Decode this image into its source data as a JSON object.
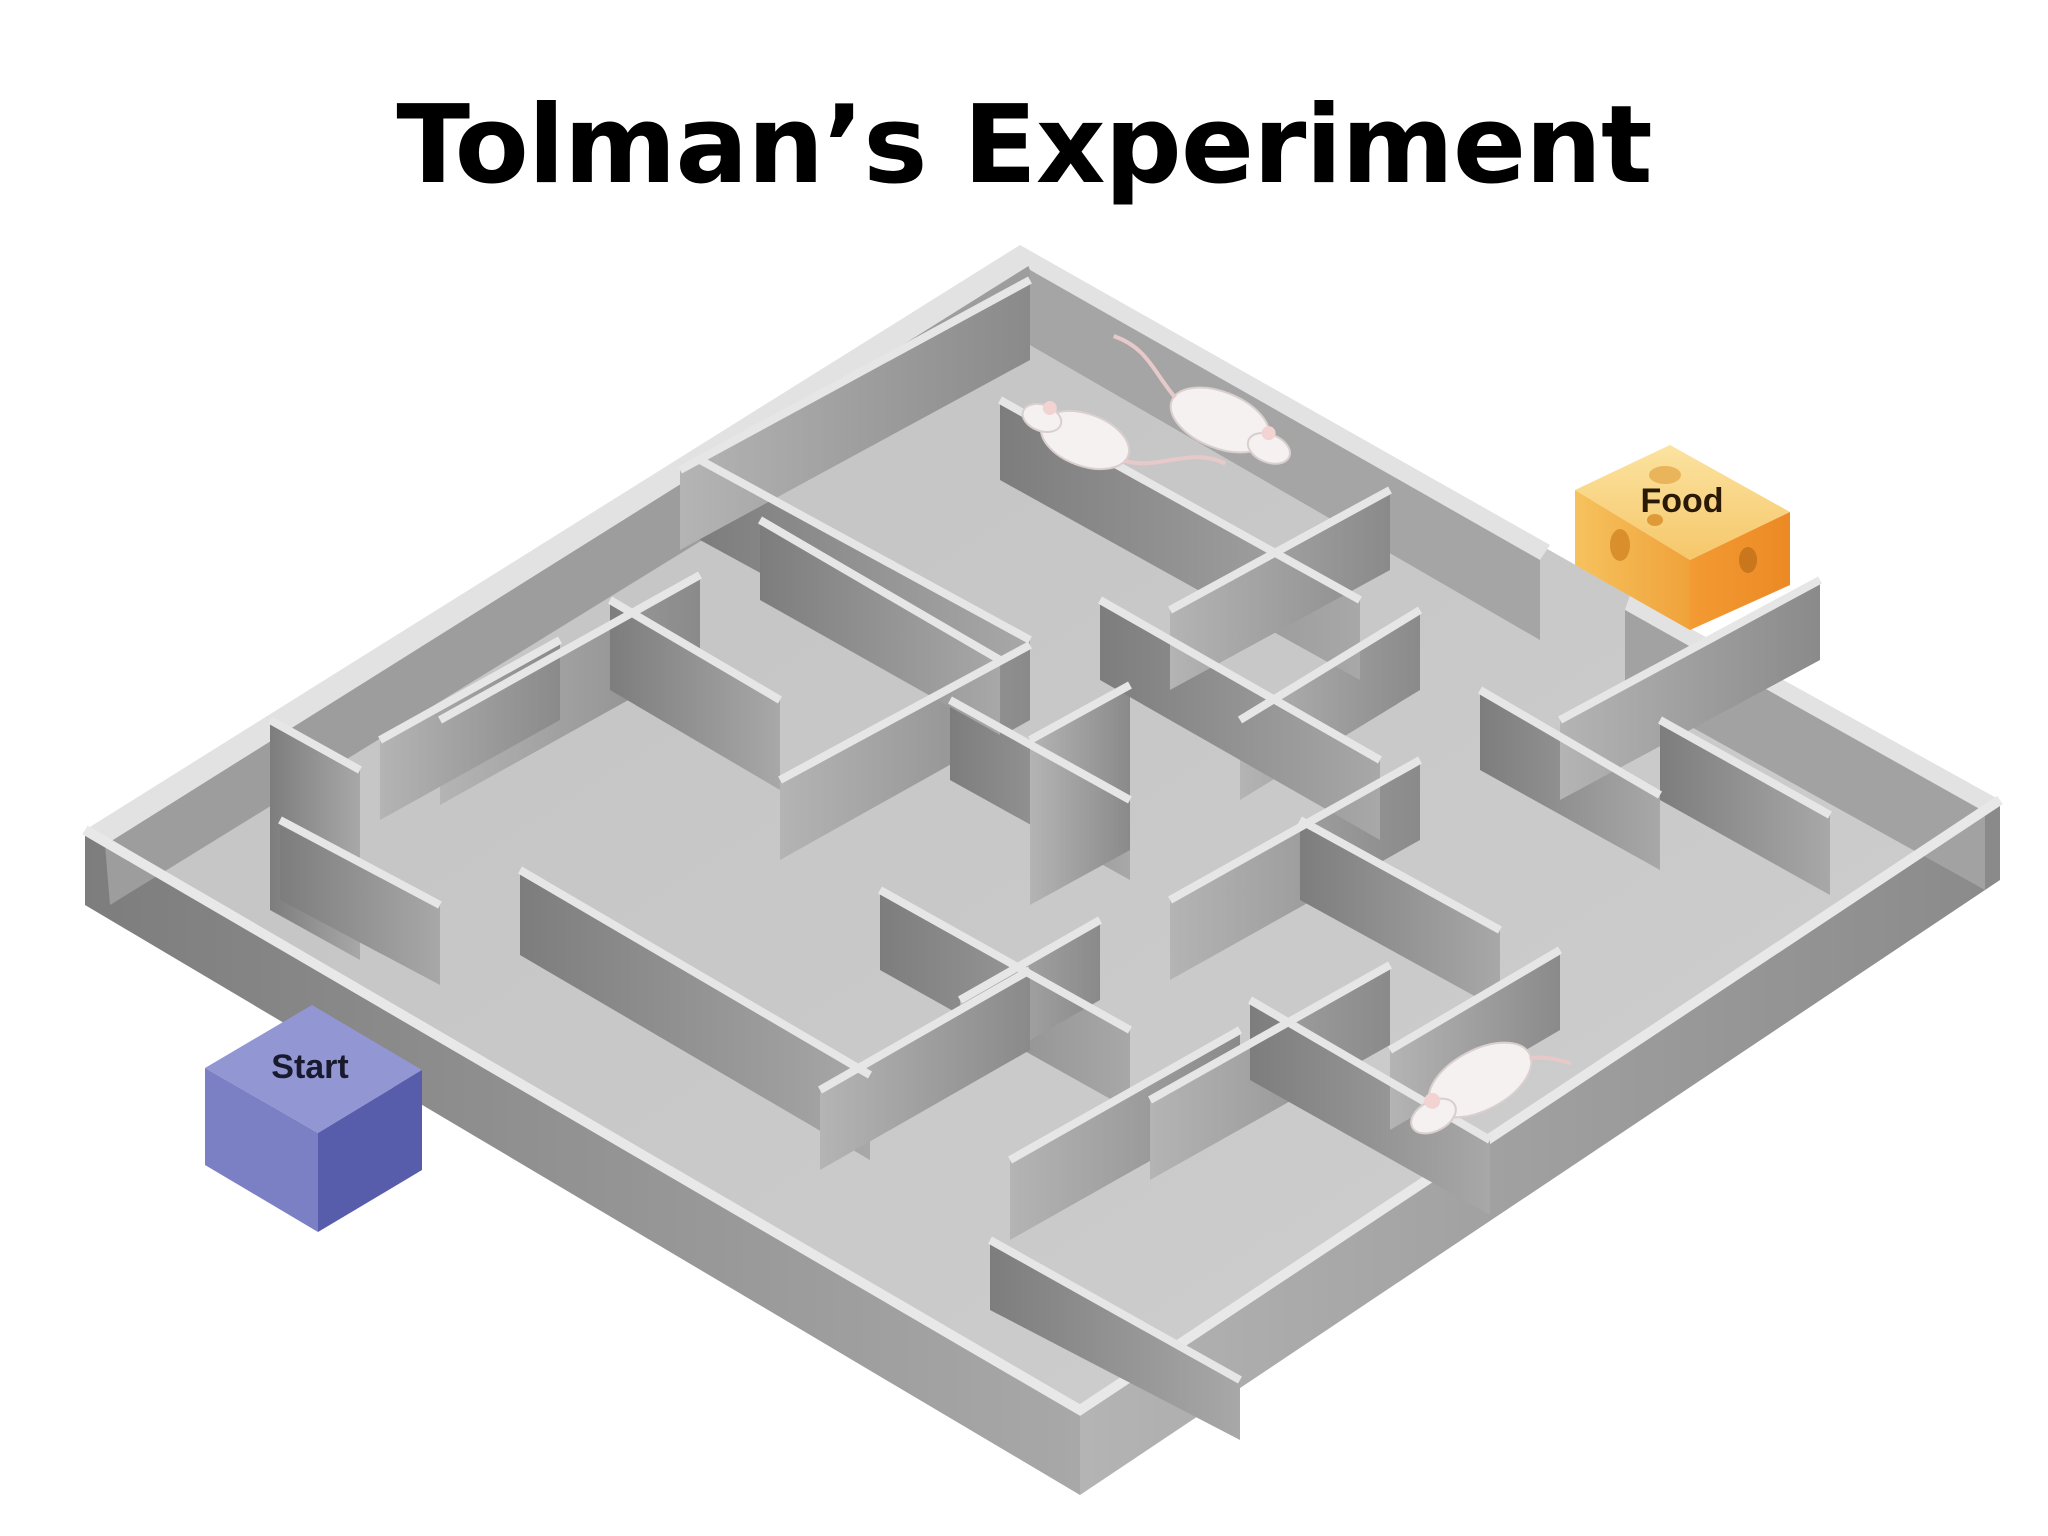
{
  "slide": {
    "title": "Tolman’s Experiment"
  },
  "diagram": {
    "start_label": "Start",
    "food_label": "Food",
    "rat_count": 3,
    "colors": {
      "maze_floor": "#c9c9c9",
      "maze_wall_top": "#dcdcdc",
      "maze_wall_side": "#8e8e8e",
      "start_box": "#6b6fb3",
      "food_box": "#f4b04a",
      "rat": "#f4f1f1"
    }
  }
}
